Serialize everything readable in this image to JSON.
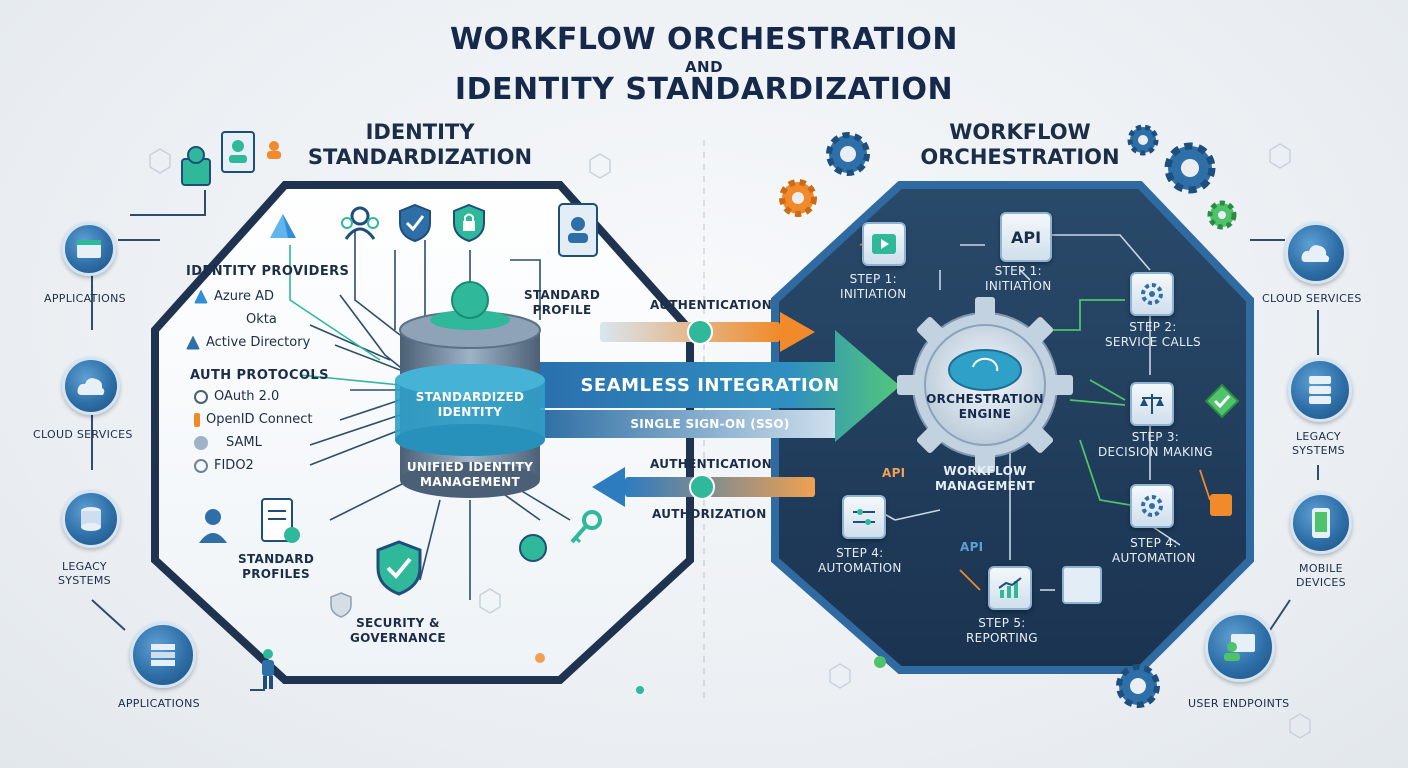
{
  "title": {
    "line1": "WORKFLOW ORCHESTRATION",
    "line2": "AND",
    "line3": "IDENTITY STANDARDIZATION"
  },
  "identity": {
    "title": "IDENTITY\nSTANDARDIZATION",
    "providers_header": "IDENTITY PROVIDERS",
    "providers": [
      "Azure AD",
      "Okta",
      "Active Directory"
    ],
    "protocols_header": "AUTH PROTOCOLS",
    "protocols": [
      "OAuth 2.0",
      "OpenID Connect",
      "SAML",
      "FIDO2"
    ],
    "cylinder_top": "STANDARDIZED\nIDENTITY",
    "cylinder_bottom": "UNIFIED IDENTITY\nMANAGEMENT",
    "standard_profile": "STANDARD\nPROFILE",
    "standard_profiles": "STANDARD\nPROFILES",
    "security": "SECURITY &\nGOVERNANCE"
  },
  "bridge": {
    "authentication_top": "AUTHENTICATION",
    "seamless": "SEAMLESS INTEGRATION",
    "sso": "SINGLE SIGN-ON (SSO)",
    "authentication_bottom": "AUTHENTICATION",
    "authorization": "AUTHORIZATION"
  },
  "workflow": {
    "title": "WORKFLOW\nORCHESTRATION",
    "engine": "ORCHESTRATION\nENGINE",
    "management": "WORKFLOW\nMANAGEMENT",
    "api_box": "API",
    "api_label_1": "API",
    "api_label_2": "API",
    "step1a": "STEP 1:\nINITIATION",
    "step1b": "STEP 1:\nINITIATION",
    "step2": "STEP 2:\nSERVICE CALLS",
    "step3": "STEP 3:\nDECISION MAKING",
    "step4a": "STEP 4:\nAUTOMATION",
    "step4b": "STEP 4:\nAUTOMATION",
    "step5": "STEP 5:\nREPORTING"
  },
  "left_nodes": [
    "APPLICATIONS",
    "CLOUD SERVICES",
    "LEGACY\nSYSTEMS",
    "APPLICATIONS"
  ],
  "right_nodes": [
    "CLOUD SERVICES",
    "LEGACY\nSYSTEMS",
    "MOBILE\nDEVICES",
    "USER ENDPOINTS"
  ],
  "colors": {
    "navy": "#16294a",
    "blue": "#2e6fa8",
    "teal": "#2fb89a",
    "green": "#4fc36b",
    "orange": "#f08a2a",
    "dark_panel": "#1f3a58"
  },
  "icons": [
    "user-icon",
    "id-card-icon",
    "shield-check-icon",
    "lock-icon",
    "gear-icon",
    "cloud-icon",
    "server-icon",
    "mobile-icon",
    "database-icon",
    "chart-icon",
    "scale-icon",
    "api-icon"
  ]
}
